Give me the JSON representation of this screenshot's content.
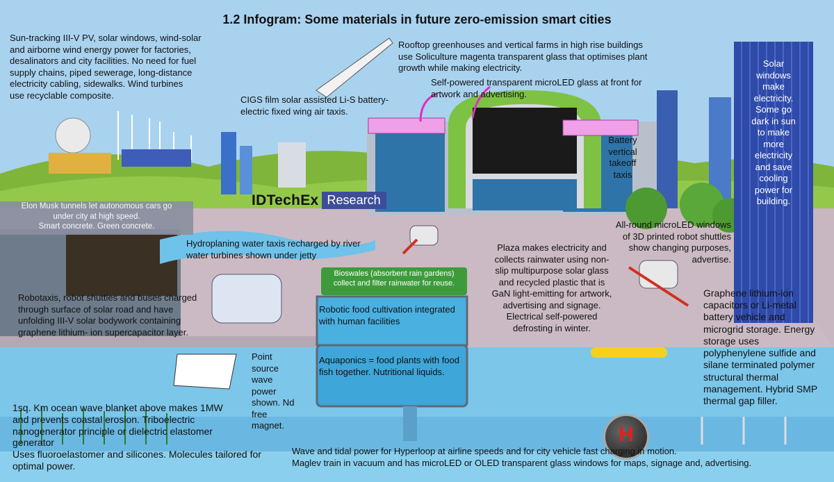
{
  "title": "1.2 Infogram: Some materials in future zero-emission smart cities",
  "logo": {
    "brand": "IDTechEx",
    "sub": "Research"
  },
  "hydrogen_symbol": "H",
  "annotations": {
    "sun_tracking": "Sun-tracking III-V PV, solar windows, wind-solar\nand airborne wind energy power for factories,\ndesalinators and city facilities. No need for fuel\nsupply chains, piped sewerage, long-distance\nelectricity cabling, sidewalks. Wind turbines\nuse recyclable composite.",
    "cigs": "CIGS film solar assisted Li-S battery-\nelectric fixed wing air taxis.",
    "rooftop": "Rooftop greenhouses and vertical farms in high rise buildings\nuse Soliculture magenta transparent glass that optimises plant\ngrowth while making electricity.",
    "microled_front": "Self-powered transparent microLED glass at     front for\nartwork and advertising.",
    "battery_vtol": "Battery\nvertical\ntakeoff\ntaxis",
    "solar_windows": "Solar\nwindows\nmake\nelectricity.\nSome  go\ndark in sun\nto make\nmore\nelectricity\nand save\ncooling\npower for\nbuilding.",
    "elon_musk": "Elon Musk tunnels let autonomous cars go\nunder city at high speed.\nSmart  concrete. Green concrete.",
    "hydroplaning": "Hydroplaning water taxis recharged by river\nwater turbines shown under jetty",
    "robot_shuttles": "All-round microLED windows\nof 3D printed robot shuttles\nshow changing purposes,\nadvertise.",
    "plaza": "Plaza makes electricity and\ncollects rainwater using non-\nslip multipurpose solar glass\nand recycled plastic that is\nGaN light-emitting for artwork,\nadvertising and signage.\nElectrical self-powered\ndefrosting in winter.",
    "bioswales": "Bioswales (absorbent rain gardens)\ncollect and filter rainwater for reuse.",
    "robotic_food": "Robotic food cultivation integrated\nwith human facilities",
    "robotaxis": "Robotaxis, robot shuttles and buses charged\nthrough surface of solar road and have\nunfolding III-V solar bodywork containing\ngraphene lithium- ion supercapacitor layer.",
    "graphene": "Graphene lithium-ion\ncapacitors or Li-metal\nbattery vehicle and\nmicrogrid storage. Energy\nstorage uses\npolyphenylene sulfide and\nsilane terminated polymer\nstructural  thermal\nmanagement. Hybrid SMP\nthermal gap filler.",
    "point_source": "Point\nsource\nwave\npower\nshown. Nd\nfree\nmagnet.",
    "aquaponics": "Aquaponics = food plants with food\nfish together. Nutritional liquids.",
    "ocean_wave": "1sq. Km ocean wave blanket above makes 1MW\nand prevents coastal erosion. Triboelectric\nnanogenerator principle or dielectric elastomer\ngenerator\nUses fluoroelastomer and silicones. Molecules tailored for\noptimal power.",
    "wave_tidal": "Wave and tidal power for Hyperloop at airline speeds and for city vehicle fast charging in motion.\nMaglev train in vacuum and has microLED or OLED transparent glass windows for maps, signage and, advertising."
  },
  "colors": {
    "sky": "#9dc9ea",
    "grass": "#8fbf3e",
    "plaza": "#c9b7c0",
    "water": "#7fc7ea",
    "magenta": "#f0a0e8",
    "building_blue": "#3453b3"
  }
}
